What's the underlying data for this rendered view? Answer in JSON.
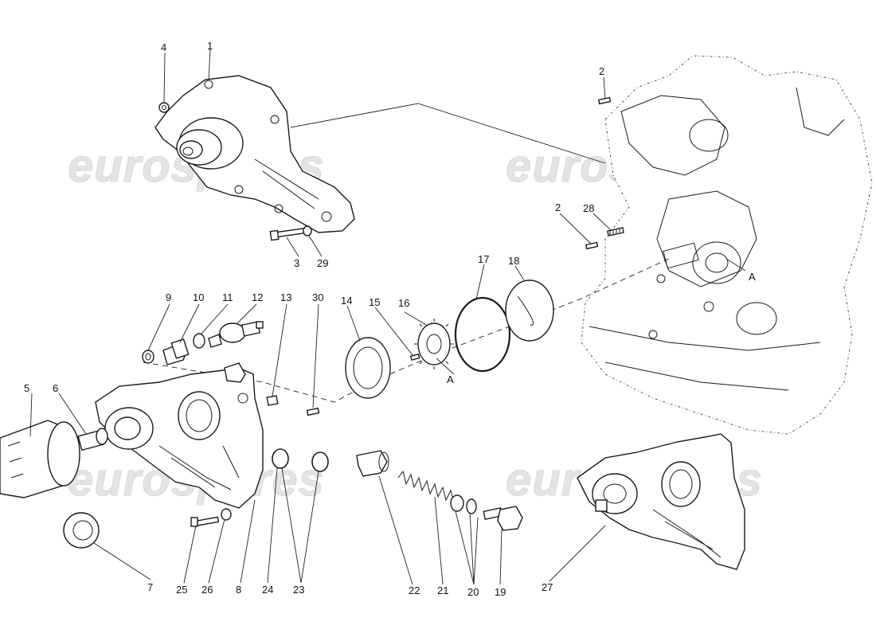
{
  "watermark": {
    "text": "eurospares"
  },
  "markers": [
    "A",
    "A"
  ],
  "callouts": [
    "1",
    "2",
    "2",
    "3",
    "4",
    "5",
    "6",
    "7",
    "8",
    "9",
    "10",
    "11",
    "12",
    "13",
    "14",
    "15",
    "16",
    "17",
    "18",
    "19",
    "20",
    "21",
    "22",
    "23",
    "24",
    "25",
    "26",
    "27",
    "28",
    "29",
    "30"
  ]
}
